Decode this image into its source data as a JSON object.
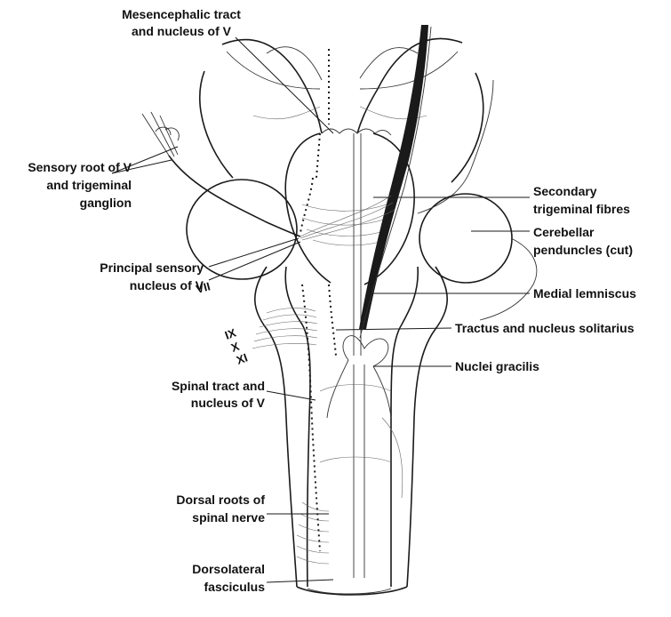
{
  "labels": {
    "mesencephalic_line1": "Mesencephalic tract",
    "mesencephalic_line2": "and nucleus of V",
    "sensory_root_line1": "Sensory root of V",
    "sensory_root_line2": "and trigeminal",
    "sensory_root_line3": "ganglion",
    "principal_line1": "Principal sensory",
    "principal_line2": "nucleus of V",
    "spinal_tract_line1": "Spinal tract and",
    "spinal_tract_line2": "nucleus of V",
    "dorsal_roots_line1": "Dorsal roots of",
    "dorsal_roots_line2": "spinal nerve",
    "dorsolateral_line1": "Dorsolateral",
    "dorsolateral_line2": "fasciculus",
    "secondary_line1": "Secondary",
    "secondary_line2": "trigeminal fibres",
    "cerebellar_line1": "Cerebellar",
    "cerebellar_line2": "penduncles (cut)",
    "medial_lemniscus": "Medial lemniscus",
    "tractus_solitarius": "Tractus and nucleus solitarius",
    "nuclei_gracilis": "Nuclei gracilis"
  },
  "nerve_numerals": {
    "vii": "VII",
    "ix": "IX",
    "x": "X",
    "xi": "XI"
  }
}
